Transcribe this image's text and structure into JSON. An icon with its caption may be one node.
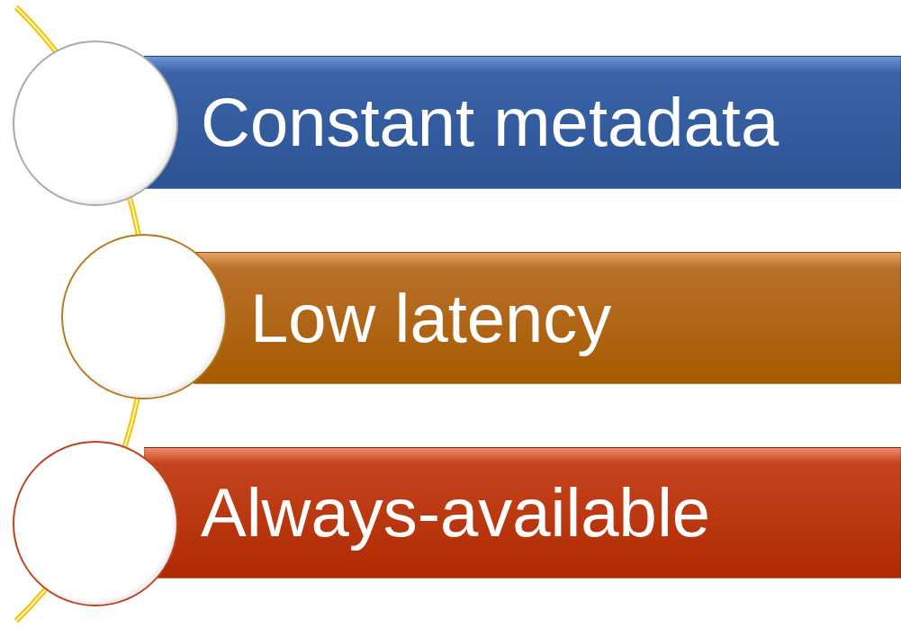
{
  "diagram": {
    "nodes": [
      {
        "text": [],
        "shape": "circle"
      },
      {
        "text": [
          "Constant metadata"
        ]
      },
      {
        "text": [],
        "shape": "circle"
      },
      {
        "text": [
          "Low latency"
        ]
      },
      {
        "text": [],
        "shape": "circle"
      },
      {
        "text": [
          "Always-available"
        ]
      }
    ]
  }
}
